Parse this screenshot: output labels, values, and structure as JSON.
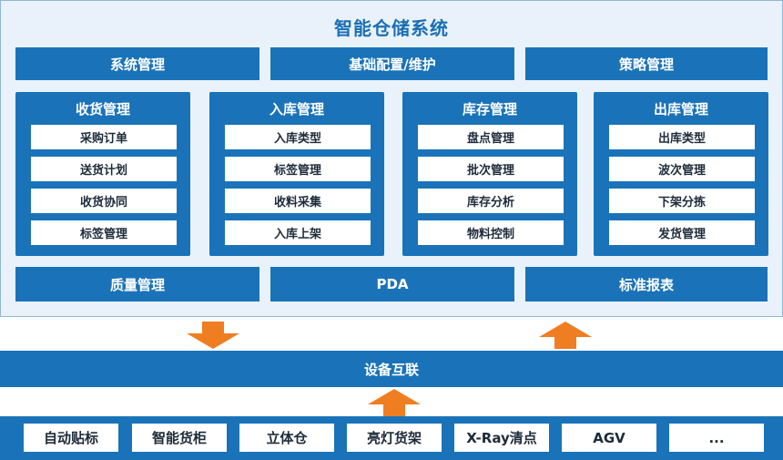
{
  "title": "智能仓储系统",
  "top_bars": [
    "系统管理",
    "基础配置/维护",
    "策略管理"
  ],
  "modules": [
    {
      "title": "收货管理",
      "items": [
        "采购订单",
        "送货计划",
        "收货协同",
        "标签管理"
      ]
    },
    {
      "title": "入库管理",
      "items": [
        "入库类型",
        "标签管理",
        "收料采集",
        "入库上架"
      ]
    },
    {
      "title": "库存管理",
      "items": [
        "盘点管理",
        "批次管理",
        "库存分析",
        "物料控制"
      ]
    },
    {
      "title": "出库管理",
      "items": [
        "出库类型",
        "波次管理",
        "下架分拣",
        "发货管理"
      ]
    }
  ],
  "bottom_bars": [
    "质量管理",
    "PDA",
    "标准报表"
  ],
  "device_bar": "设备互联",
  "hardware": [
    "自动贴标",
    "智能货柜",
    "立体仓",
    "亮灯货架",
    "X-Ray清点",
    "AGV",
    "..."
  ],
  "colors": {
    "primary_blue": "#1a73b8",
    "arrow_orange": "#ef7d22",
    "panel_bg": "#e9f2fa",
    "title_blue": "#1a6fb5"
  }
}
